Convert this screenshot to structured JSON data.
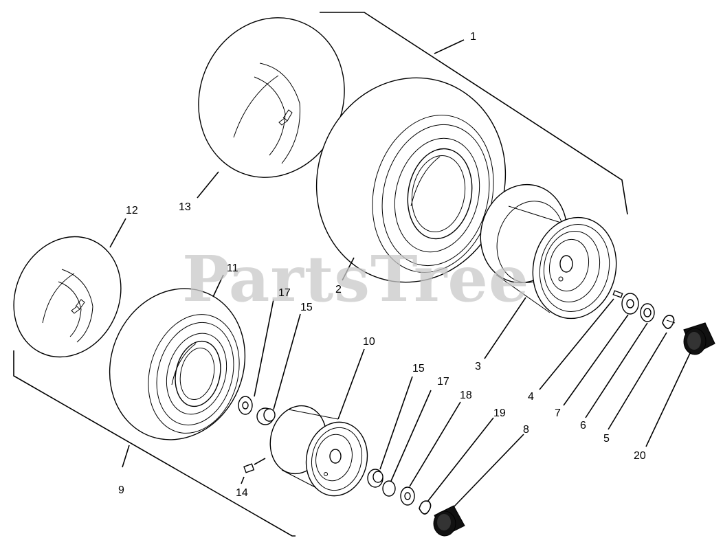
{
  "diagram": {
    "watermark": "PartsTree",
    "callouts": {
      "c1": "1",
      "c2": "2",
      "c3": "3",
      "c4": "4",
      "c5": "5",
      "c6": "6",
      "c7": "7",
      "c8": "8",
      "c9": "9",
      "c10": "10",
      "c11": "11",
      "c12": "12",
      "c13": "13",
      "c14": "14",
      "c15a": "15",
      "c15b": "15",
      "c17a": "17",
      "c17b": "17",
      "c18": "18",
      "c19": "19",
      "c20": "20"
    }
  }
}
